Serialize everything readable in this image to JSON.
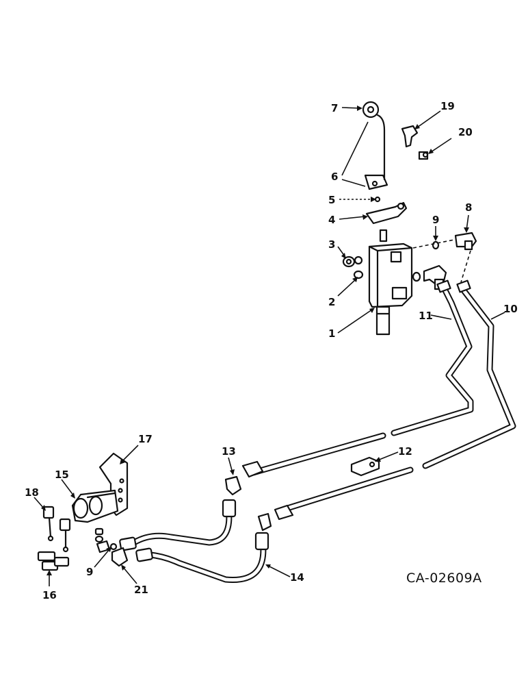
{
  "diagram": {
    "drawing_code": "CA-02609A",
    "callouts": [
      {
        "id": "c1",
        "text": "1"
      },
      {
        "id": "c2",
        "text": "2"
      },
      {
        "id": "c3",
        "text": "3"
      },
      {
        "id": "c4",
        "text": "4"
      },
      {
        "id": "c5",
        "text": "5"
      },
      {
        "id": "c6",
        "text": "6"
      },
      {
        "id": "c7",
        "text": "7"
      },
      {
        "id": "c8",
        "text": "8"
      },
      {
        "id": "c9a",
        "text": "9"
      },
      {
        "id": "c9b",
        "text": "9"
      },
      {
        "id": "c10",
        "text": "10"
      },
      {
        "id": "c11",
        "text": "11"
      },
      {
        "id": "c12",
        "text": "12"
      },
      {
        "id": "c13",
        "text": "13"
      },
      {
        "id": "c14",
        "text": "14"
      },
      {
        "id": "c15",
        "text": "15"
      },
      {
        "id": "c16",
        "text": "16"
      },
      {
        "id": "c17",
        "text": "17"
      },
      {
        "id": "c18",
        "text": "18"
      },
      {
        "id": "c19",
        "text": "19"
      },
      {
        "id": "c20",
        "text": "20"
      },
      {
        "id": "c21",
        "text": "21"
      }
    ]
  }
}
